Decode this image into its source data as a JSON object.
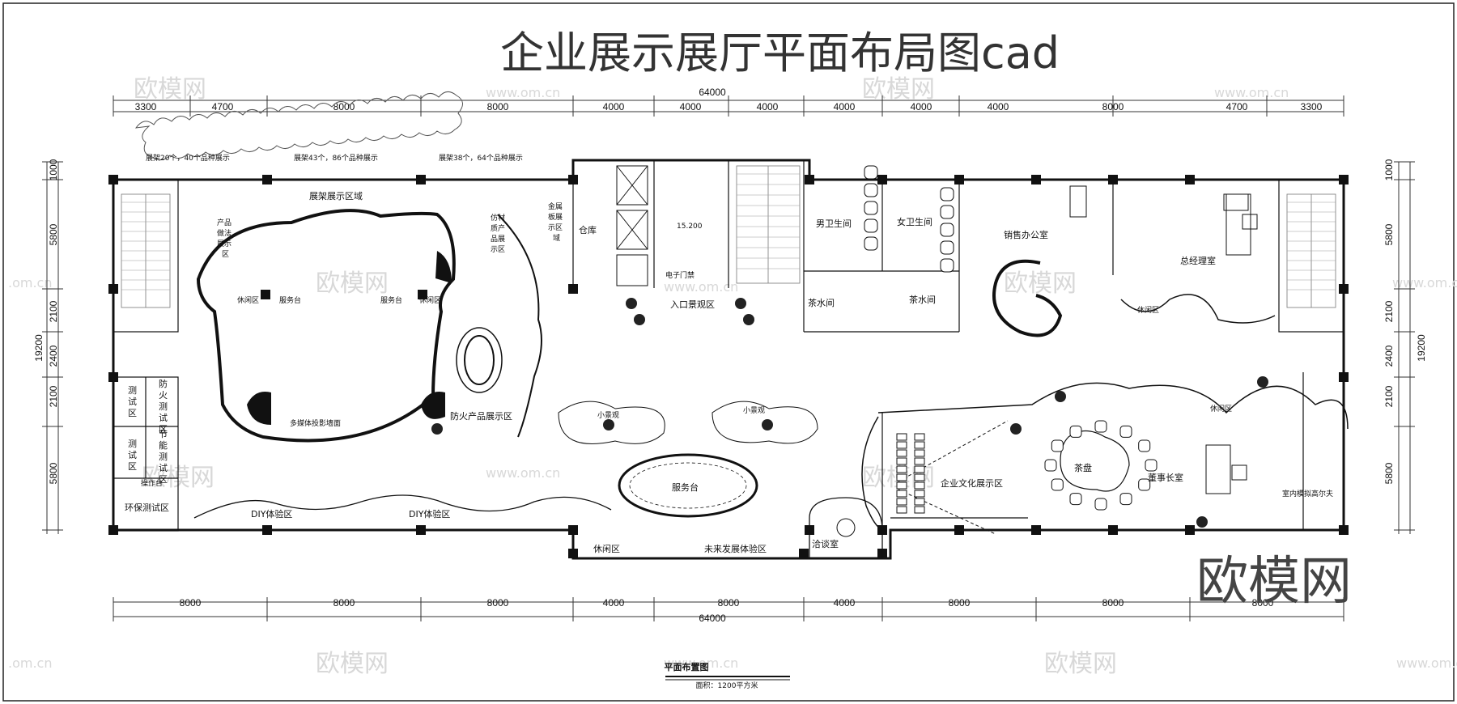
{
  "title": "企业展示展厅平面布局图cad",
  "brand": "欧模网",
  "watermarks": {
    "logo": "欧模网",
    "url": "www.om.cn",
    "url_short": ".om.cn"
  },
  "dims": {
    "total": "64000",
    "top": [
      "3300",
      "4700",
      "8000",
      "8000",
      "4000",
      "4000",
      "4000",
      "4000",
      "4000",
      "4000",
      "8000",
      "4700",
      "3300"
    ],
    "bottom": [
      "8000",
      "8000",
      "8000",
      "4000",
      "8000",
      "4000",
      "8000",
      "8000",
      "8000"
    ],
    "side_total": "19200",
    "left": [
      "1000",
      "5800",
      "2100",
      "2400",
      "2100",
      "5800"
    ],
    "right": [
      "1000",
      "5800",
      "2100",
      "2400",
      "2100",
      "5800"
    ]
  },
  "notes": {
    "rack1": "展架20个，40个品种展示",
    "rack2": "展架43个，86个品种展示",
    "rack3": "展架38个，64个品种展示"
  },
  "rooms": {
    "rack_zone": "展架展示区域",
    "product_left": "产品\n做法\n展示\n区",
    "metal": "金属\n板展\n示区\n域",
    "imitation": "仿材\n质产\n品展\n示区",
    "rest_l": "休闲区",
    "service_l": "服务台",
    "service_r": "服务台",
    "rest_r": "休闲区",
    "warehouse": "仓库",
    "elevator_label": "15.200",
    "men_wc": "男卫生间",
    "women_wc": "女卫生间",
    "e_gate": "电子门禁",
    "entry": "入口景观区",
    "tea1": "茶水间",
    "tea2": "茶水间",
    "sales": "销售办公室",
    "gm": "总经理室",
    "rest_gm": "休闲区",
    "multimedia": "多媒体投影墙面",
    "fire_zone": "防火产品展示区",
    "test1": "测\n试\n区",
    "fire_test": "防\n火\n测\n试\n区",
    "test2": "测\n试\n区",
    "energy_test": "节\n能\n测\n试\n区",
    "control": "操作台",
    "eco_test": "环保测试区",
    "diy1": "DIY体验区",
    "diy2": "DIY体验区",
    "landscape1": "小景观",
    "landscape2": "小景观",
    "service_center": "服务台",
    "rest_bottom": "休闲区",
    "future": "未来发展体验区",
    "negotiation": "洽谈室",
    "culture": "企业文化展示区",
    "tea_table": "茶盘",
    "chairman": "董事长室",
    "rest_ch": "休闲区",
    "golf": "室内模拟高尔夫"
  },
  "caption": {
    "title": "平面布置图",
    "area": "面积：1200平方米"
  }
}
